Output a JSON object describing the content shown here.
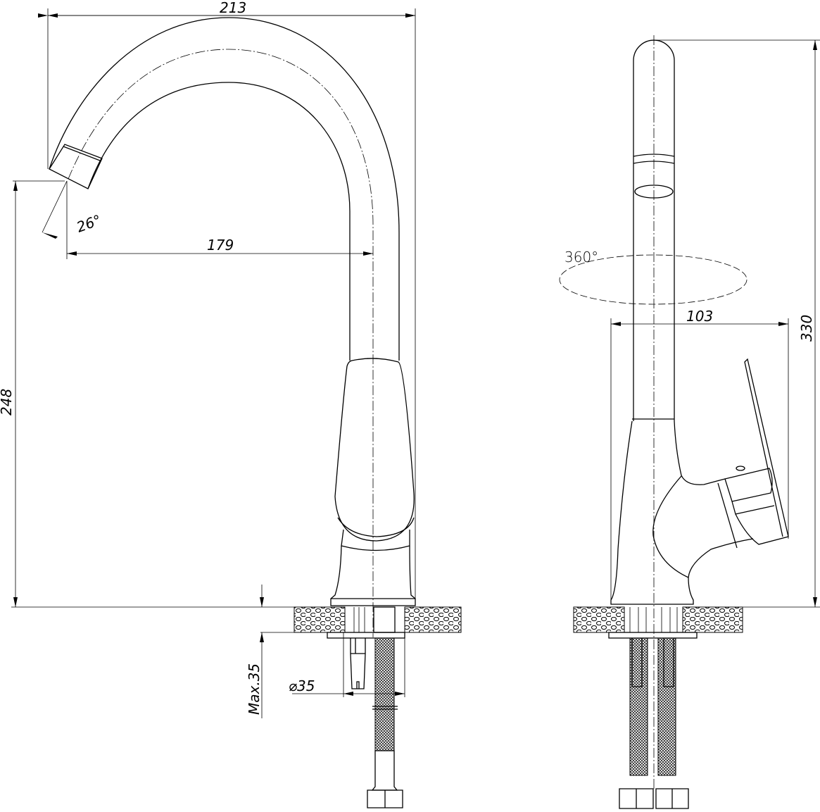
{
  "drawing": {
    "front_view": {
      "width_label": "213",
      "angle_label": "26°",
      "reach_label": "179",
      "height_label": "248",
      "thickness_label": "Max.35",
      "hole_label": "⌀35"
    },
    "side_view": {
      "rotation_label": "360°",
      "depth_label": "103",
      "height_label": "330"
    },
    "colors": {
      "line": "#000000",
      "background": "#ffffff"
    }
  }
}
